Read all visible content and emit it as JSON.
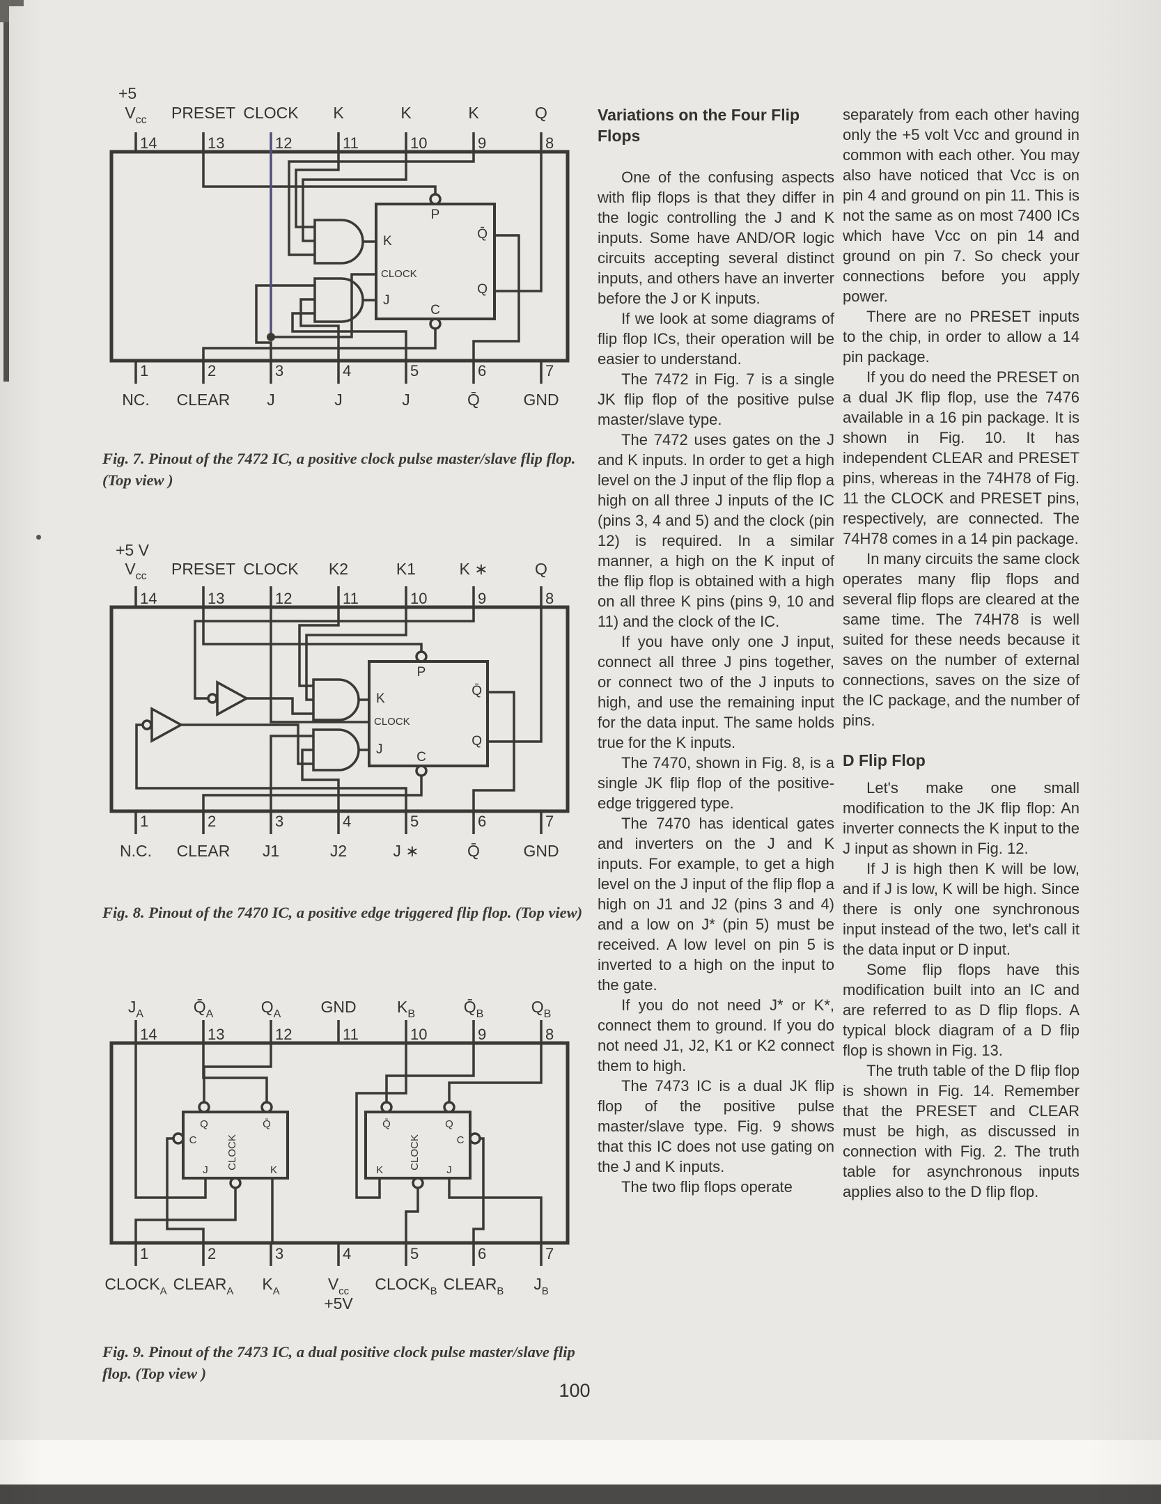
{
  "page": {
    "number": "100",
    "background_color": "#e9e8e4",
    "ink_color": "#35332e",
    "clock_wire_color": "#514f7d",
    "footer_bar_color": "#4a4947"
  },
  "figures": {
    "fig7": {
      "power": "+5",
      "top_pins": [
        {
          "label": "V",
          "sub": "cc",
          "num": "14"
        },
        {
          "label": "PRESET",
          "num": "13"
        },
        {
          "label": "CLOCK",
          "num": "12"
        },
        {
          "label": "K",
          "num": "11"
        },
        {
          "label": "K",
          "num": "10"
        },
        {
          "label": "K",
          "num": "9"
        },
        {
          "label": "Q",
          "num": "8"
        }
      ],
      "bottom_pins": [
        {
          "label": "NC.",
          "num": "1"
        },
        {
          "label": "CLEAR",
          "num": "2"
        },
        {
          "label": "J",
          "num": "3"
        },
        {
          "label": "J",
          "num": "4"
        },
        {
          "label": "J",
          "num": "5"
        },
        {
          "label": "Q̄",
          "num": "6"
        },
        {
          "label": "GND",
          "num": "7"
        }
      ],
      "ff": {
        "p": "P",
        "k": "K",
        "clock": "CLOCK",
        "j": "J",
        "c": "C",
        "q": "Q",
        "qbar": "Q̄"
      },
      "caption": "Fig. 7. Pinout of the 7472 IC, a positive clock pulse master/slave flip flop. (Top view )"
    },
    "fig8": {
      "power": "+5 V",
      "top_pins": [
        {
          "label": "V",
          "sub": "cc",
          "num": "14"
        },
        {
          "label": "PRESET",
          "num": "13"
        },
        {
          "label": "CLOCK",
          "num": "12"
        },
        {
          "label": "K2",
          "num": "11"
        },
        {
          "label": "K1",
          "num": "10"
        },
        {
          "label": "K ∗",
          "num": "9"
        },
        {
          "label": "Q",
          "num": "8"
        }
      ],
      "bottom_pins": [
        {
          "label": "N.C.",
          "num": "1"
        },
        {
          "label": "CLEAR",
          "num": "2"
        },
        {
          "label": "J1",
          "num": "3"
        },
        {
          "label": "J2",
          "num": "4"
        },
        {
          "label": "J ∗",
          "num": "5"
        },
        {
          "label": "Q̄",
          "num": "6"
        },
        {
          "label": "GND",
          "num": "7"
        }
      ],
      "ff": {
        "p": "P",
        "k": "K",
        "clock": "CLOCK",
        "j": "J",
        "c": "C",
        "q": "Q",
        "qbar": "Q̄"
      },
      "caption": "Fig. 8. Pinout of the 7470 IC, a positive edge triggered flip flop. (Top view)"
    },
    "fig9": {
      "top_pins": [
        {
          "label": "J",
          "sub": "A",
          "num": "14"
        },
        {
          "label": "Q̄",
          "sub": "A",
          "num": "13"
        },
        {
          "label": "Q",
          "sub": "A",
          "num": "12"
        },
        {
          "label": "GND",
          "num": "11"
        },
        {
          "label": "K",
          "sub": "B",
          "num": "10"
        },
        {
          "label": "Q̄",
          "sub": "B",
          "num": "9"
        },
        {
          "label": "Q",
          "sub": "B",
          "num": "8"
        }
      ],
      "bottom_pins": [
        {
          "label": "CLOCK",
          "sub": "A",
          "num": "1"
        },
        {
          "label": "CLEAR",
          "sub": "A",
          "num": "2"
        },
        {
          "label": "K",
          "sub": "A",
          "num": "3"
        },
        {
          "label": "V",
          "sub": "cc",
          "num": "4",
          "extra": "+5V"
        },
        {
          "label": "CLOCK",
          "sub": "B",
          "num": "5"
        },
        {
          "label": "CLEAR",
          "sub": "B",
          "num": "6"
        },
        {
          "label": "J",
          "sub": "B",
          "num": "7"
        }
      ],
      "ffa": {
        "q": "Q",
        "qbar": "Q̄",
        "c": "C",
        "j": "J",
        "clock": "CLOCK",
        "k": "K"
      },
      "ffb": {
        "q": "Q",
        "qbar": "Q̄",
        "c": "C",
        "j": "J",
        "clock": "CLOCK",
        "k": "K"
      },
      "caption": "Fig. 9. Pinout of the 7473 IC, a dual positive clock pulse master/slave flip flop. (Top view )"
    }
  },
  "columns": {
    "col1": {
      "heading": "Variations on the Four Flip Flops",
      "paras": [
        "One of the confusing aspects with flip flops is that they differ in the logic controlling the J and K inputs. Some have AND/OR logic circuits accepting several distinct inputs, and others have an inverter before the J or K inputs.",
        "If we look at some diagrams of flip flop ICs, their operation will be easier to understand.",
        "The 7472 in Fig. 7 is a single JK flip flop of the positive pulse master/slave type.",
        "The 7472 uses gates on the J and K inputs. In order to get a high level on the J input of the flip flop a high on all three J inputs of the IC (pins 3, 4 and 5) and the clock (pin 12) is required. In a similar manner, a high on the K input of the flip flop is obtained with a high on all three K pins (pins 9, 10 and 11) and the clock of the IC.",
        "If you have only one J input, connect all three J pins together, or connect two of the J inputs to high, and use the remaining input for the data input. The same holds true for the K inputs.",
        "The 7470, shown in Fig. 8, is a single JK flip flop of the positive-edge triggered type.",
        "The 7470 has identical gates and inverters on the J and K inputs. For example, to get a high level on the J input of the flip flop a high on J1 and J2 (pins 3 and 4) and a low on J* (pin 5) must be received. A low level on pin 5 is inverted to a high on the input to the gate.",
        "If you do not need J* or K*, connect them to ground. If you do not need J1, J2, K1 or K2 connect them to high.",
        "The 7473 IC is a dual JK flip flop of the positive pulse master/slave type. Fig. 9 shows that this IC does not use gating on the J and K inputs.",
        "The two flip flops operate"
      ]
    },
    "col2": {
      "paras_a": [
        "separately from each other having only the +5 volt Vcc and ground in common with each other. You may also have noticed that Vcc is on pin 4 and ground on pin 11. This is not the same as on most 7400 ICs which have Vcc on pin 14 and ground on pin 7. So check your connections before you apply power.",
        "There are no PRESET inputs to the chip, in order to allow a 14 pin package.",
        "If you do need the PRESET on a dual JK flip flop, use the 7476 available in a 16 pin package. It is shown in Fig. 10. It has independent CLEAR and PRESET pins, whereas in the 74H78 of Fig. 11 the CLOCK and PRESET pins, respectively, are connected. The 74H78 comes in a 14 pin package.",
        "In many circuits the same clock operates many flip flops and several flip flops are cleared at the same time. The 74H78 is well suited for these needs because it saves on the number of external connections, saves on the size of the IC package, and the number of pins."
      ],
      "heading": "D Flip Flop",
      "paras_b": [
        "Let's make one small modification to the JK flip flop: An inverter connects the K input to the J input as shown in Fig. 12.",
        "If J is high then K will be low, and if J is low, K will be high. Since there is only one synchronous input instead of the two, let's call it the data input or D input.",
        "Some flip flops have this modification built into an IC and are referred to as D flip flops. A typical block diagram of a D flip flop is shown in Fig. 13.",
        "The truth table of the D flip flop is shown in Fig. 14. Remember that the PRESET and CLEAR must be high, as discussed in connection with Fig. 2. The truth table for asynchronous inputs applies also to the D flip flop."
      ]
    }
  }
}
